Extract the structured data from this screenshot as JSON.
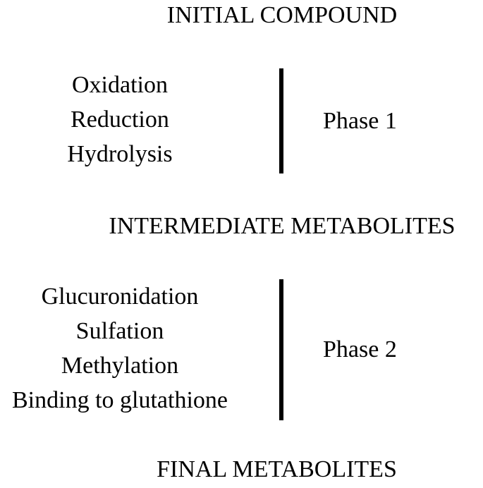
{
  "stages": {
    "initial": "INITIAL COMPOUND",
    "intermediate": "INTERMEDIATE METABOLITES",
    "final": "FINAL METABOLITES"
  },
  "phase1": {
    "label": "Phase 1",
    "reactions": [
      "Oxidation",
      "Reduction",
      "Hydrolysis"
    ]
  },
  "phase2": {
    "label": "Phase 2",
    "reactions": [
      "Glucuronidation",
      "Sulfation",
      "Methylation",
      "Binding to glutathione"
    ]
  }
}
